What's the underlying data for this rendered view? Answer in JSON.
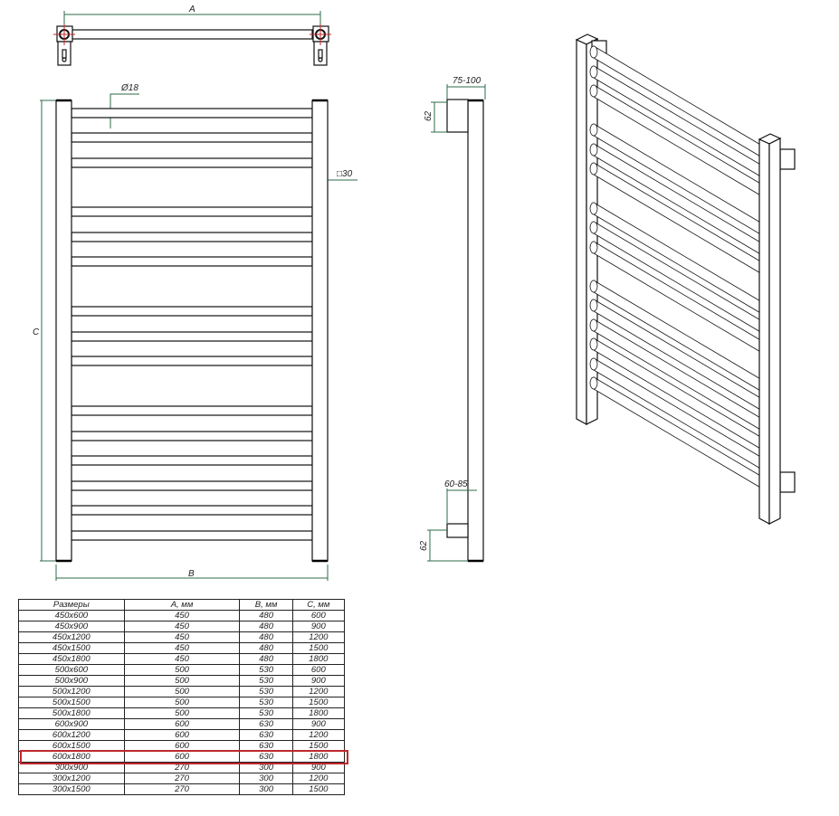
{
  "labels": {
    "dim_a": "A",
    "dim_b": "B",
    "dim_c": "C",
    "tube_diameter": "Ø18",
    "post_section": "□30",
    "wall_offset_top": "75-100",
    "wall_offset_bottom": "60-85",
    "bracket_height_top": "62",
    "bracket_height_bottom": "62"
  },
  "table": {
    "headers": [
      "Размеры",
      "A, мм",
      "B, мм",
      "C, мм"
    ],
    "highlighted_row": 13,
    "highlight_color": "#c0282d",
    "rows": [
      [
        "450x600",
        "450",
        "480",
        "600"
      ],
      [
        "450x900",
        "450",
        "480",
        "900"
      ],
      [
        "450x1200",
        "450",
        "480",
        "1200"
      ],
      [
        "450x1500",
        "450",
        "480",
        "1500"
      ],
      [
        "450x1800",
        "450",
        "480",
        "1800"
      ],
      [
        "500x600",
        "500",
        "530",
        "600"
      ],
      [
        "500x900",
        "500",
        "530",
        "900"
      ],
      [
        "500x1200",
        "500",
        "530",
        "1200"
      ],
      [
        "500x1500",
        "500",
        "530",
        "1500"
      ],
      [
        "500x1800",
        "500",
        "530",
        "1800"
      ],
      [
        "600x900",
        "600",
        "630",
        "900"
      ],
      [
        "600x1200",
        "600",
        "630",
        "1200"
      ],
      [
        "600x1500",
        "600",
        "630",
        "1500"
      ],
      [
        "600x1800",
        "600",
        "630",
        "1800"
      ],
      [
        "300x900",
        "270",
        "300",
        "900"
      ],
      [
        "300x1200",
        "270",
        "300",
        "1200"
      ],
      [
        "300x1500",
        "270",
        "300",
        "1500"
      ]
    ]
  }
}
